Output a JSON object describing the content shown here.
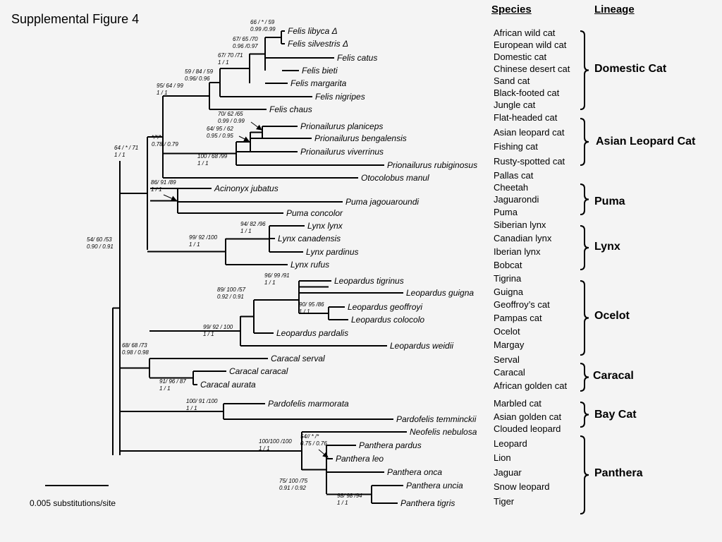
{
  "figure_title": "Supplemental Figure 4",
  "headers": {
    "species": "Species",
    "lineage": "Lineage"
  },
  "scale_label": "0.005 substitutions/site",
  "taxa": [
    {
      "label": "Felis libyca Δ",
      "common": "African wild cat"
    },
    {
      "label": "Felis silvestris Δ",
      "common": "European wild cat"
    },
    {
      "label": "Felis catus",
      "common": "Domestic cat"
    },
    {
      "label": "Felis bieti",
      "common": "Chinese desert cat"
    },
    {
      "label": "Felis margarita",
      "common": "Sand cat"
    },
    {
      "label": "Felis nigripes",
      "common": "Black-footed cat"
    },
    {
      "label": "Felis chaus",
      "common": "Jungle cat"
    },
    {
      "label": "Prionailurus planiceps",
      "common": "Flat-headed cat"
    },
    {
      "label": "Prionailurus bengalensis",
      "common": "Asian leopard cat"
    },
    {
      "label": "Prionailurus viverrinus",
      "common": "Fishing cat"
    },
    {
      "label": "Prionailurus rubiginosus",
      "common": "Rusty-spotted cat"
    },
    {
      "label": "Otocolobus manul",
      "common": "Pallas cat"
    },
    {
      "label": "Acinonyx jubatus",
      "common": "Cheetah"
    },
    {
      "label": "Puma jagouaroundi",
      "common": "Jaguarondi"
    },
    {
      "label": "Puma concolor",
      "common": "Puma"
    },
    {
      "label": "Lynx  lynx",
      "common": "Siberian lynx"
    },
    {
      "label": "Lynx canadensis",
      "common": "Canadian lynx"
    },
    {
      "label": "Lynx pardinus",
      "common": "Iberian lynx"
    },
    {
      "label": "Lynx rufus",
      "common": "Bobcat"
    },
    {
      "label": "Leopardus tigrinus",
      "common": "Tigrina"
    },
    {
      "label": "Leopardus guigna",
      "common": "Guigna"
    },
    {
      "label": "Leopardus geoffroyi",
      "common": "Geoffroy’s cat"
    },
    {
      "label": "Leopardus colocolo",
      "common": "Pampas cat"
    },
    {
      "label": "Leopardus pardalis",
      "common": "Ocelot"
    },
    {
      "label": "Leopardus weidii",
      "common": "Margay"
    },
    {
      "label": "Caracal serval",
      "common": "Serval"
    },
    {
      "label": "Caracal caracal",
      "common": "Caracal"
    },
    {
      "label": "Caracal aurata",
      "common": "African golden cat"
    },
    {
      "label": "Pardofelis marmorata",
      "common": "Marbled cat"
    },
    {
      "label": "Pardofelis temminckii",
      "common": "Asian golden cat"
    },
    {
      "label": "Neofelis nebulosa",
      "common": "Clouded leopard"
    },
    {
      "label": "Panthera pardus",
      "common": "Leopard"
    },
    {
      "label": "Panthera leo",
      "common": "Lion"
    },
    {
      "label": "Panthera onca",
      "common": "Jaguar"
    },
    {
      "label": "Panthera uncia",
      "common": "Snow leopard"
    },
    {
      "label": "Panthera tigris",
      "common": "Tiger"
    }
  ],
  "lineages": [
    "Domestic Cat",
    "Asian Leopard Cat",
    "Puma",
    "Lynx",
    "Ocelot",
    "Caracal",
    "Bay Cat",
    "Panthera"
  ],
  "support_values": [
    {
      "line1": "66 / * / 59",
      "line2": "0.99 /0.99"
    },
    {
      "line1": "67/ 65  /70",
      "line2": "0.96 /0.97"
    },
    {
      "line1": "67/ 70  /71",
      "line2": "1 / 1"
    },
    {
      "line1": "59 / 84  / 59",
      "line2": "0.96/ 0.96"
    },
    {
      "line1": "95/ 64  / 99",
      "line2": "1 / 1"
    },
    {
      "line1": "70/ 62  /65",
      "line2": "0.99 / 0.99"
    },
    {
      "line1": "64/ 95 / 62",
      "line2": "0.95 / 0.95"
    },
    {
      "line1": "*/*/*",
      "line2": "0.78 / 0.79"
    },
    {
      "line1": "100 / 68  /99",
      "line2": "1 / 1"
    },
    {
      "line1": "64 / * / 71",
      "line2": "1 / 1"
    },
    {
      "line1": "86/ 91  /89",
      "line2": "1 / 1"
    },
    {
      "line1": "94/ 82  /96",
      "line2": "1 / 1"
    },
    {
      "line1": "99/ 92  /100",
      "line2": "1 / 1"
    },
    {
      "line1": "54/ 60 /53",
      "line2": "0.90 / 0.91"
    },
    {
      "line1": "96/ 99 /91",
      "line2": "1 / 1"
    },
    {
      "line1": "89/ 100  /57",
      "line2": "0.92 / 0.91"
    },
    {
      "line1": "90/ 95 /86",
      "line2": "1 / 1"
    },
    {
      "line1": "99/ 92  / 100",
      "line2": "1 / 1"
    },
    {
      "line1": "68/ 68  /73",
      "line2": "0.98 / 0.98"
    },
    {
      "line1": "91/ 96  / 87",
      "line2": "1 / 1"
    },
    {
      "line1": "100/ 91  /100",
      "line2": "1 / 1"
    },
    {
      "line1": "100/100 /100",
      "line2": "1 / 1"
    },
    {
      "line1": "54// * /*",
      "line2": "0.75 / 0.76"
    },
    {
      "line1": "75/ 100 /75",
      "line2": "0.91 / 0.92"
    },
    {
      "line1": "98/ 98  /94",
      "line2": "1 / 1"
    }
  ]
}
